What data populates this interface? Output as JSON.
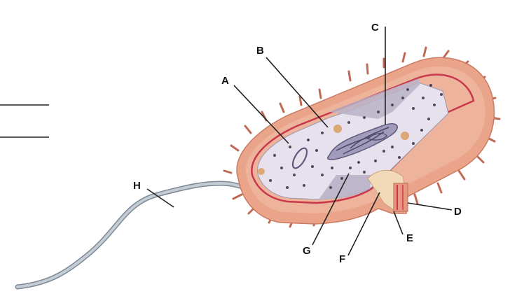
{
  "diagram": {
    "labels": {
      "A": "A",
      "B": "B",
      "C": "C",
      "D": "D",
      "E": "E",
      "F": "F",
      "G": "G",
      "H": "H"
    },
    "colors": {
      "outer_wall": "#eaa48a",
      "wall_shadow": "#c97b64",
      "membrane": "#c8374b",
      "cytoplasm": "#e6e1ec",
      "cut_face": "#b9b3c8",
      "nucleoid": "#6f6a8c",
      "ribosome": "#4d4a5e",
      "granule": "#dca878",
      "pili": "#c06a55",
      "flagellum": "#aab4c2",
      "label_text": "#111111"
    },
    "answer_lines": [
      {
        "id": "line-1"
      },
      {
        "id": "line-2"
      }
    ]
  }
}
